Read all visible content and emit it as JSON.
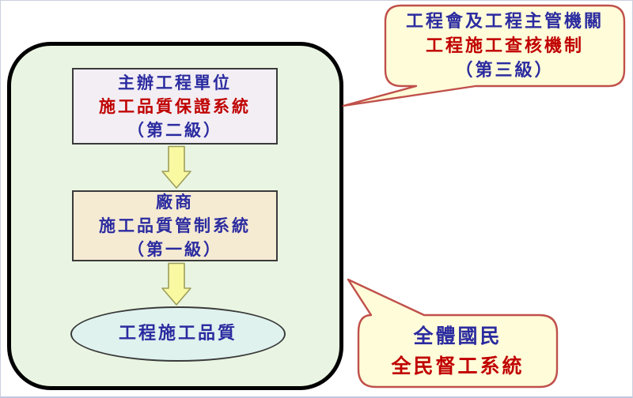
{
  "diagram": {
    "title_hint": "construction-quality-three-level-system",
    "boxes": [
      {
        "id": "supervising-unit-box",
        "lines": [
          {
            "text": "主辦工程單位",
            "color": "blue"
          },
          {
            "text": "施工品質保證系統",
            "color": "red"
          },
          {
            "text": "（第二級）",
            "color": "blue"
          }
        ]
      },
      {
        "id": "contractor-box",
        "lines": [
          {
            "text": "廠商",
            "color": "blue"
          },
          {
            "text": "施工品質管制系統",
            "color": "blue"
          },
          {
            "text": "（第一級）",
            "color": "blue"
          }
        ]
      }
    ],
    "ellipse": {
      "label": "工程施工品質"
    },
    "callouts": [
      {
        "id": "third-level-callout",
        "lines": [
          {
            "text": "工程會及工程主管機關",
            "color": "blue"
          },
          {
            "text": "工程施工查核機制",
            "color": "red"
          },
          {
            "text": "（第三級）",
            "color": "blue"
          }
        ]
      },
      {
        "id": "public-callout",
        "lines": [
          {
            "text": "全體國民",
            "color": "blue"
          },
          {
            "text": "全民督工系統",
            "color": "red"
          }
        ]
      }
    ],
    "palette": {
      "text_blue": "#2b2ba0",
      "text_red": "#c00000",
      "frame_fill": "#e9f5e2",
      "frame_border": "#000000",
      "box1_fill": "#f2eef4",
      "box2_fill": "#f5ebd3",
      "box_border": "#3a3a3a",
      "ellipse_fill": "#dff2ee",
      "callout_fill": "#fffcd9",
      "callout_border": "#c0504a",
      "arrow_fill": "#f9f9a2",
      "arrow_border": "#9e9e5c",
      "page_background": "#ffffff"
    }
  }
}
